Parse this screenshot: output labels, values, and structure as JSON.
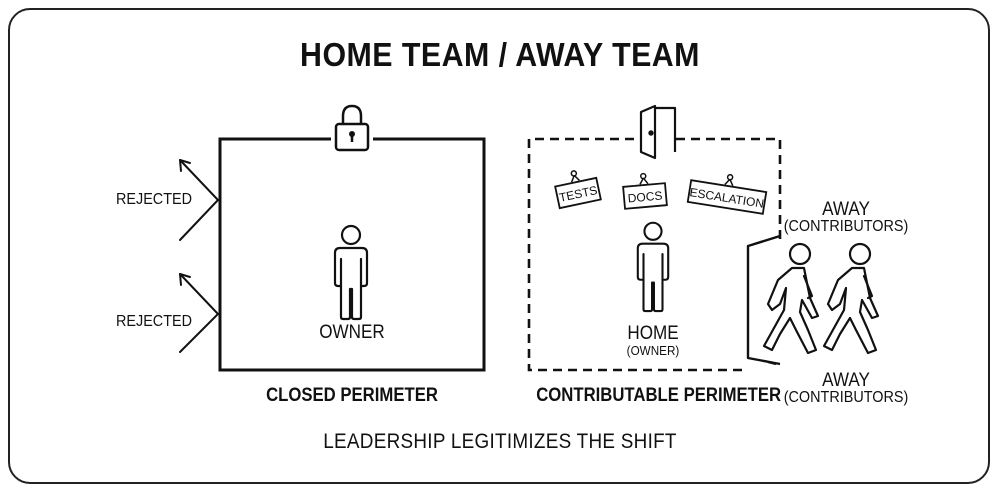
{
  "title": "HOME TEAM / AWAY TEAM",
  "closed": {
    "rejected_top": "REJECTED",
    "rejected_bottom": "REJECTED",
    "owner_label": "OWNER",
    "caption": "CLOSED PERIMETER"
  },
  "contrib": {
    "tags": [
      "TESTS",
      "DOCS",
      "ESCALATION"
    ],
    "home_label": "HOME",
    "home_sub": "(OWNER)",
    "caption": "CONTRIBUTABLE PERIMETER",
    "away_top": "AWAY",
    "away_top_sub": "(CONTRIBUTORS)",
    "away_bottom": "AWAY",
    "away_bottom_sub": "(CONTRIBUTORS)"
  },
  "footer": "LEADERSHIP LEGITIMIZES THE SHIFT",
  "colors": {
    "ink": "#111111",
    "background": "#ffffff"
  },
  "icons": [
    "lock-icon",
    "door-icon",
    "person-icon",
    "walking-person-icon",
    "arrow-icon"
  ]
}
